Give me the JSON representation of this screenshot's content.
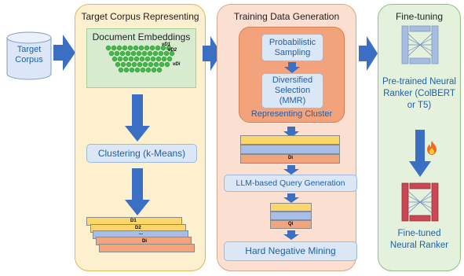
{
  "input": {
    "label": "Target\nCorpus"
  },
  "panel1": {
    "title": "Target Corpus Representing",
    "embeddings_label": "Document Embeddings",
    "vec_labels": [
      "vD1",
      "vD2",
      "vDi"
    ],
    "clustering_label": "Clustering (k-Means)",
    "doc_labels": [
      "D1",
      "D2",
      "...",
      "Di"
    ]
  },
  "panel2": {
    "title": "Training Data Generation",
    "sampling_label": "Probabilistic Sampling",
    "mmr_label": "Diversified Selection (MMR)",
    "cluster_label": "Representing Cluster",
    "di_label": "Di",
    "query_gen_label": "LLM-based Query Generation",
    "qi_label": "Qi",
    "hard_neg_label": "Hard Negative Mining"
  },
  "panel3": {
    "title": "Fine-tuning",
    "pretrained_label": "Pre-trained Neural Ranker (ColBERT or T5)",
    "finetuned_label": "Fine-tuned Neural Ranker"
  },
  "colors": {
    "panel1_bg": "#fdf0cf",
    "panel1_border": "#e3b45a",
    "panel2_bg": "#fbe0d1",
    "panel2_border": "#d9a58a",
    "panel3_bg": "#e4f1dc",
    "panel3_border": "#93bf7f",
    "arrow": "#3a6fc4",
    "bar_yellow": "#fbd66a",
    "bar_blue": "#a9bee6",
    "bar_orange": "#f2a47a"
  }
}
